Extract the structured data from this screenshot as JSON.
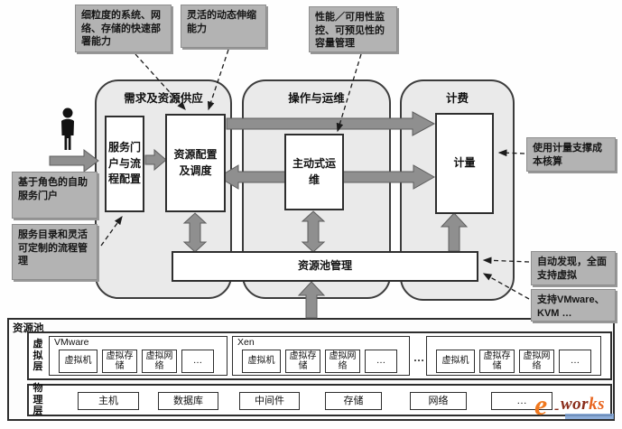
{
  "notes": {
    "deploy": "细粒度的系统、网络、存储的快速部署能力",
    "elastic": "灵活的动态伸缩能力",
    "monitor": "性能／可用性监控、可预见性的容量管理",
    "portal": "基于角色的自助服务门户",
    "catalog": "服务目录和灵活可定制的流程管理",
    "metering": "使用计量支撑成本核算",
    "discovery": "自动发现，全面支持虚拟",
    "hypervisor": "支持VMware、KVM …"
  },
  "groups": {
    "supply": "需求及资源供应",
    "ops": "操作与运维",
    "billing": "计费"
  },
  "boxes": {
    "portal": "服务门户与流程配置",
    "scheduling": "资源配置及调度",
    "proactive": "主动式运维",
    "metering": "计量",
    "pool_mgmt": "资源池管理"
  },
  "pool": {
    "title": "资源池",
    "virtual_layer": "虚拟层",
    "physical_layer": "物理层",
    "separator": "…",
    "groups": [
      {
        "name": "VMware",
        "items": [
          "虚拟机",
          "虚拟存储",
          "虚拟网络",
          "…"
        ]
      },
      {
        "name": "Xen",
        "items": [
          "虚拟机",
          "虚拟存储",
          "虚拟网络",
          "…"
        ]
      },
      {
        "name": "",
        "items": [
          "虚拟机",
          "虚拟存储",
          "虚拟网络",
          "…"
        ]
      }
    ],
    "physical_items": [
      "主机",
      "数据库",
      "中间件",
      "存储",
      "网络",
      "…"
    ]
  },
  "watermark": {
    "e": "e",
    "dash": "-",
    "text_dark": "wor",
    "text_orange": "ks"
  },
  "colors": {
    "note_fill": "#b3b3b3",
    "group_fill": "#eaeaea",
    "arrow_fill": "#8f8f8f",
    "border": "#2e2e2e",
    "logo_orange": "#f0781e",
    "logo_red": "#8a2c1a",
    "logo_blue": "#7aa0d4"
  }
}
